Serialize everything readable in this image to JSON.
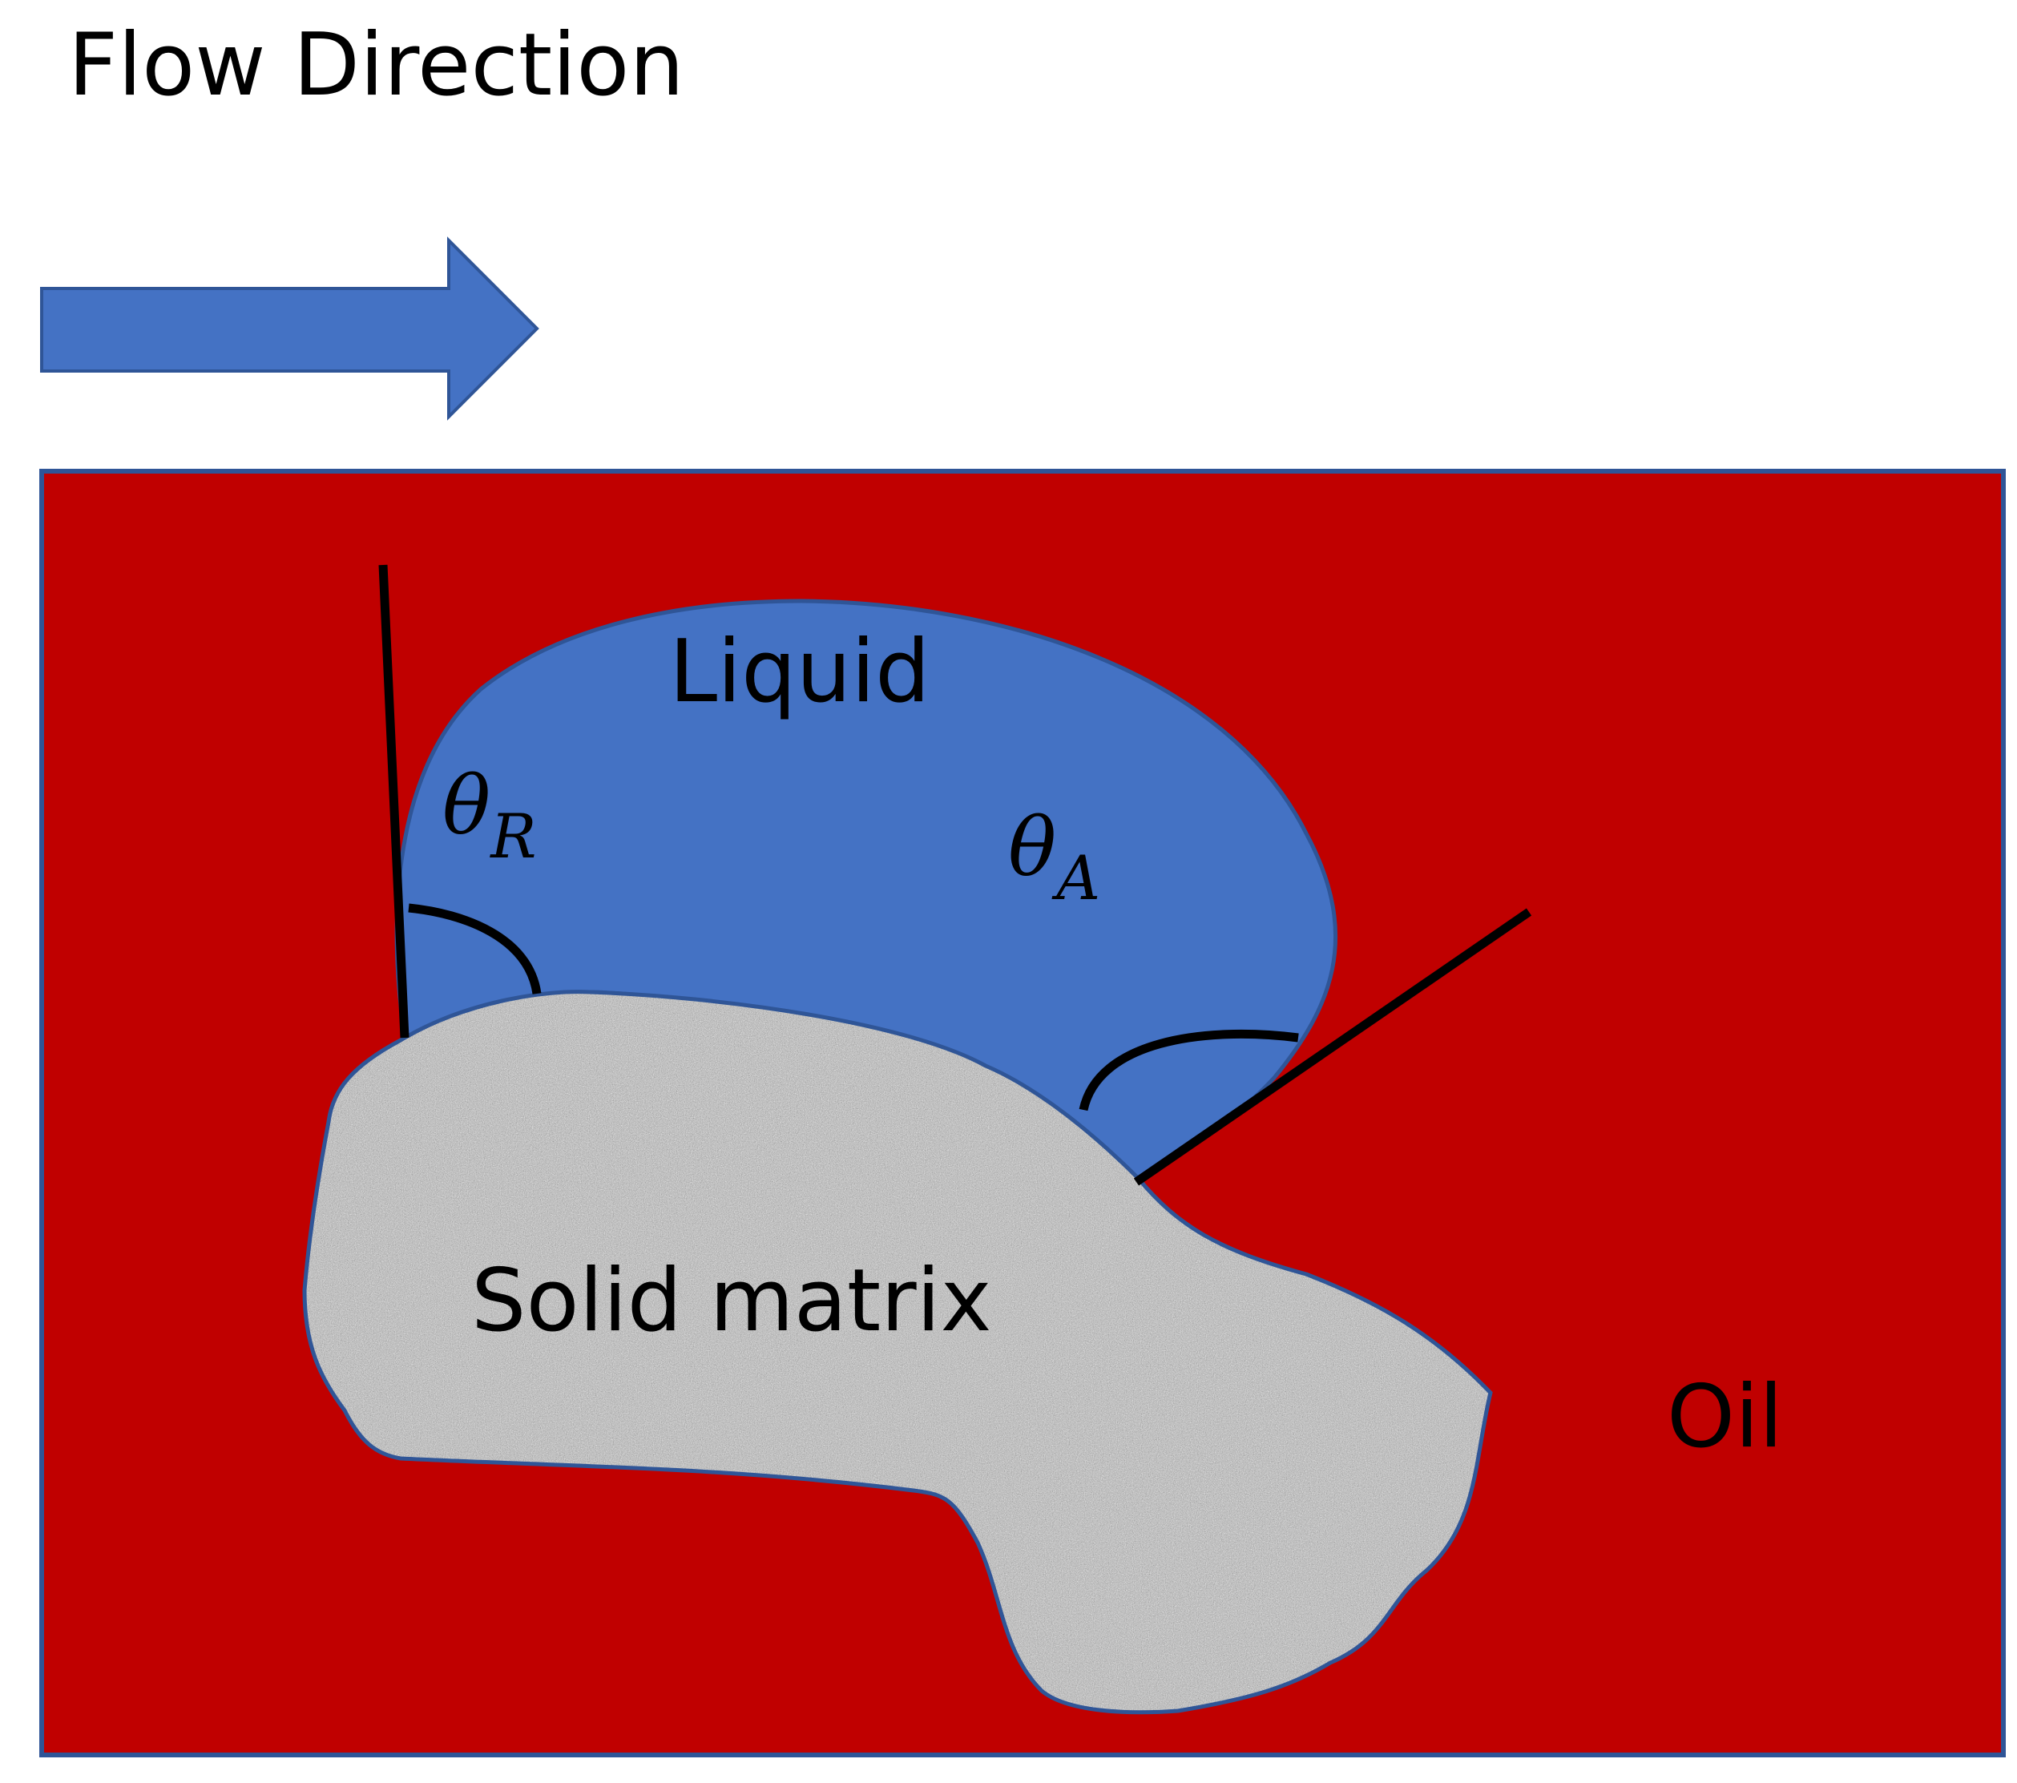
{
  "title": "Flow Direction",
  "labels": {
    "liquid": "Liquid",
    "solid": "Solid matrix",
    "oil": "Oil",
    "receding_angle_symbol": "θ",
    "receding_angle_subscript": "R",
    "advancing_angle_symbol": "θ",
    "advancing_angle_subscript": "A"
  },
  "colors": {
    "oil": "#c00000",
    "liquid": "#4472c4",
    "outline": "#2f5597",
    "solid": "#b4b4b4",
    "lines": "#000000",
    "arrow": "#4472c4"
  },
  "icons": {
    "flow_arrow": "right-arrow-icon"
  }
}
